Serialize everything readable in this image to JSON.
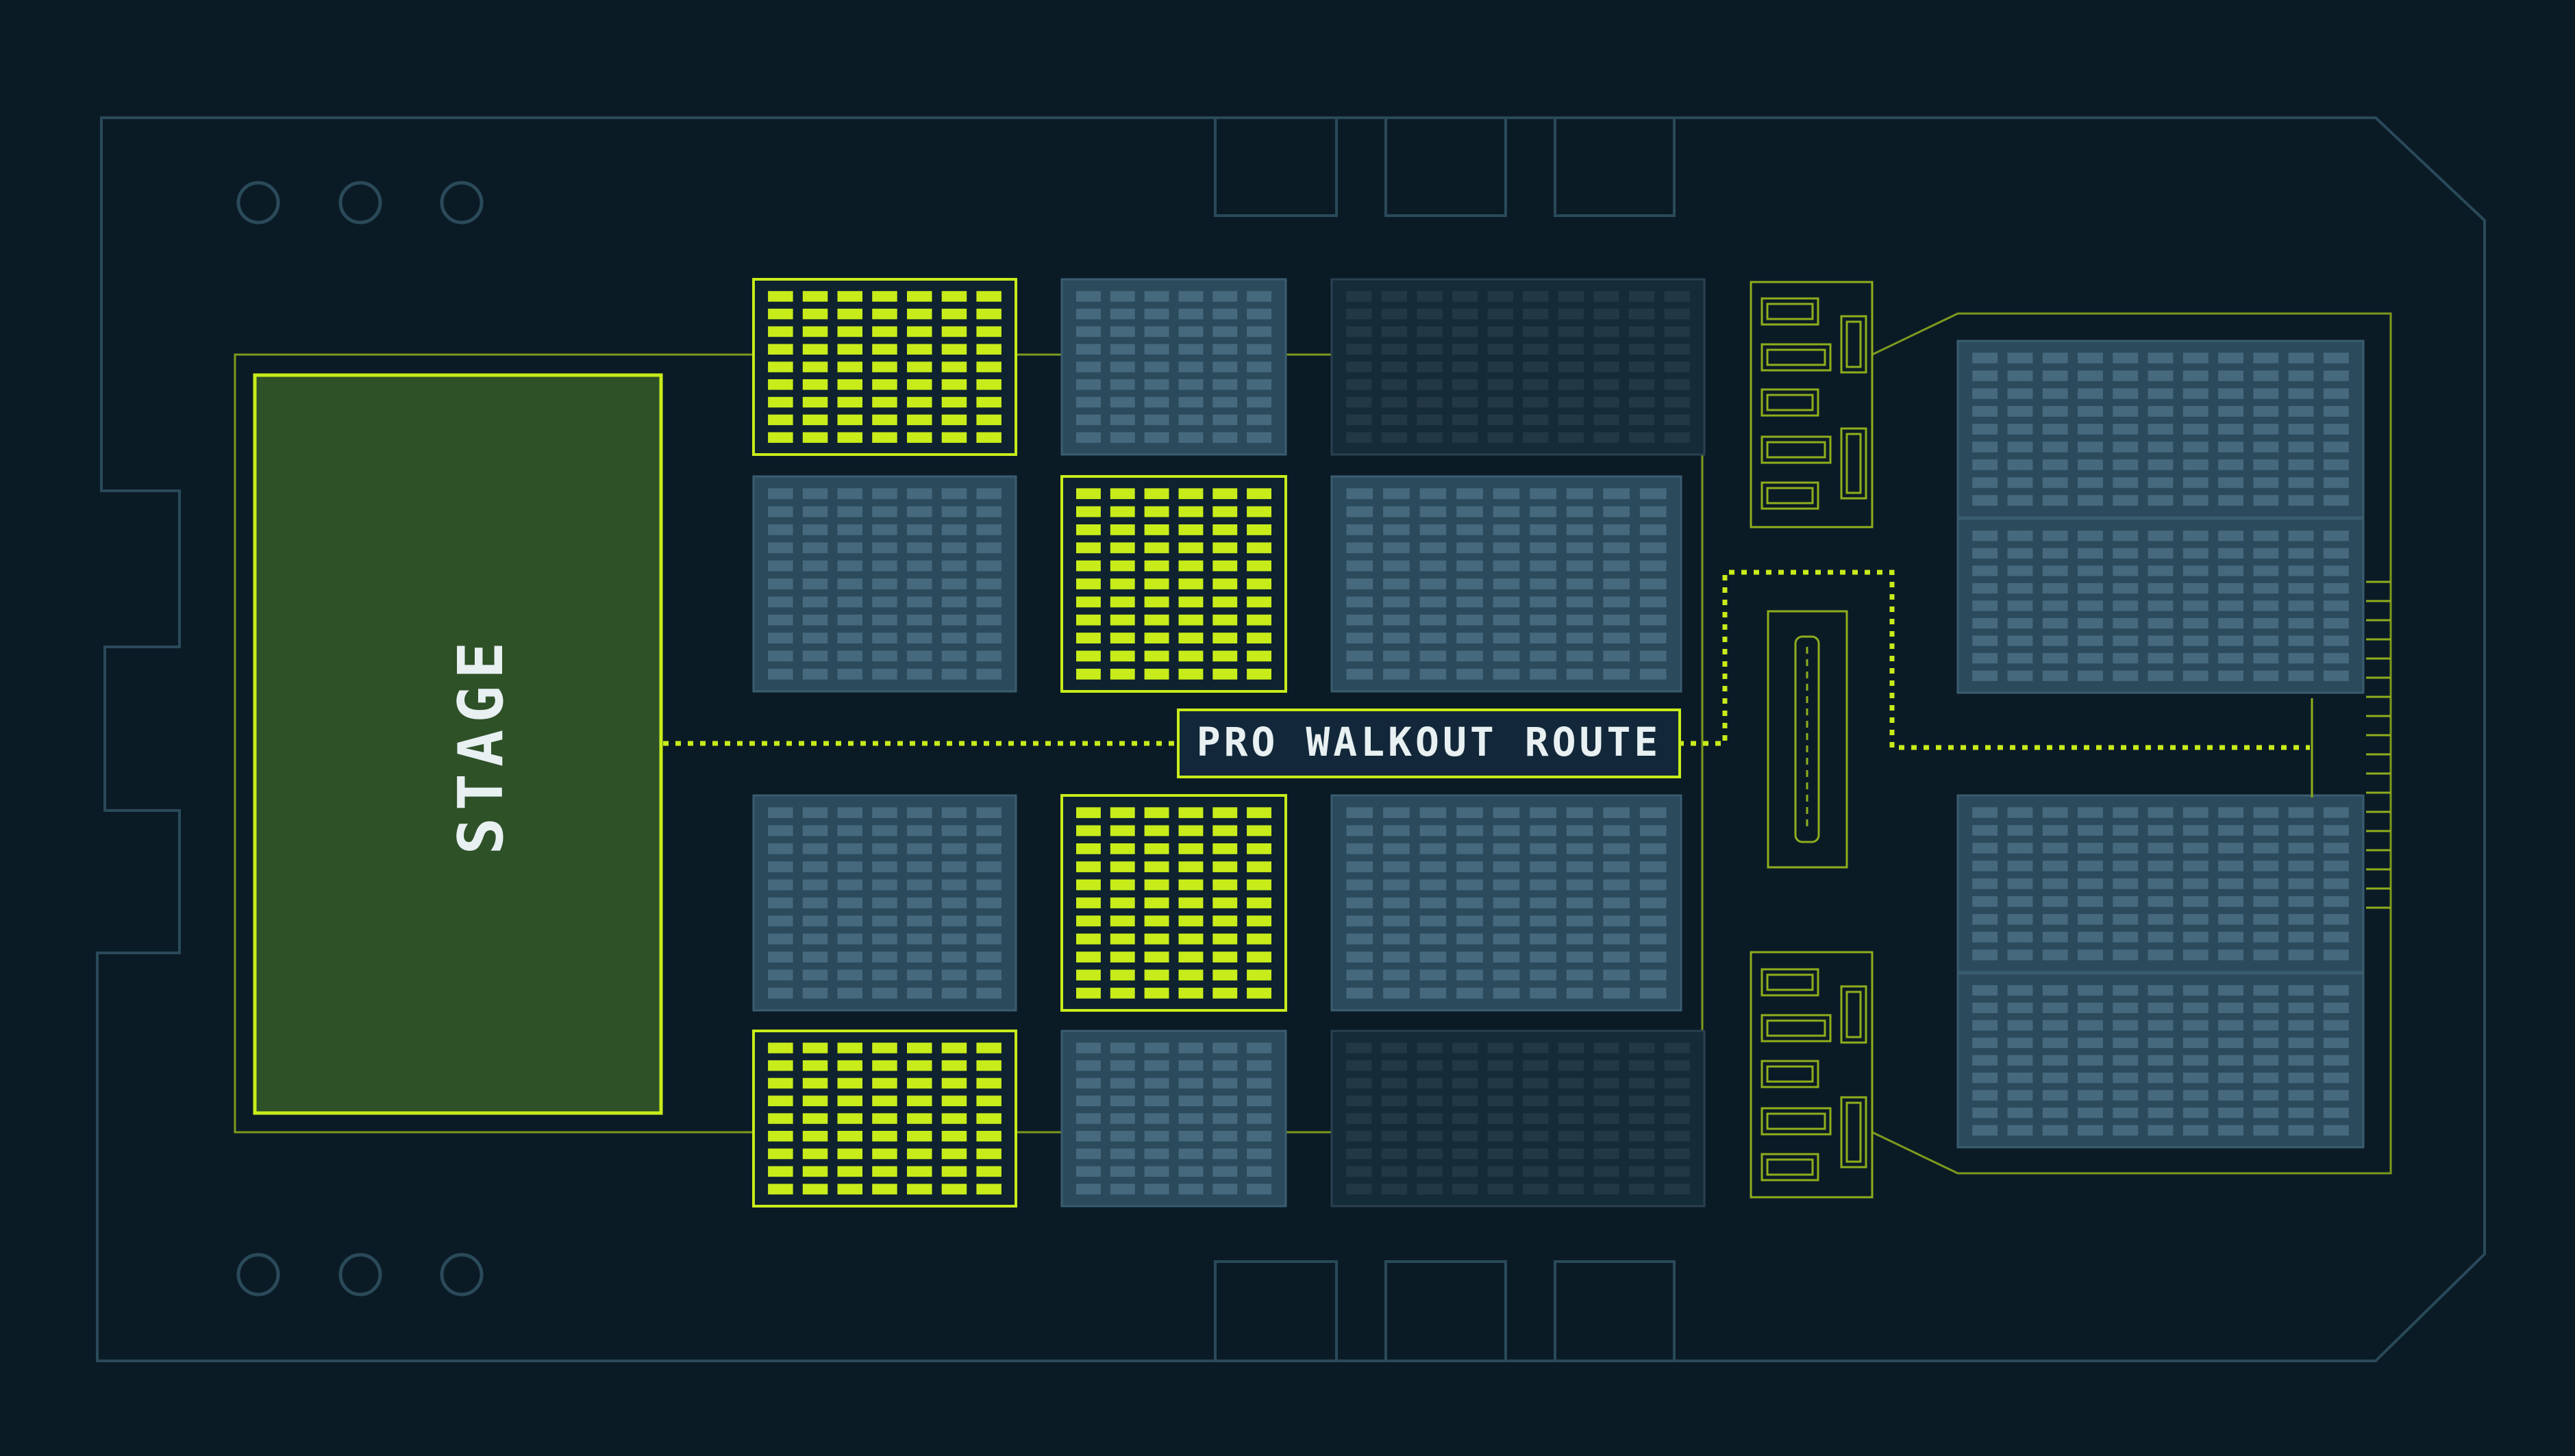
{
  "colors": {
    "background": "#0b1b26",
    "outline": "#2a4a5a",
    "accent": "#c8ec1a",
    "accent_line": "#8fae1c",
    "stage_fill": "#2e5128",
    "seat_available": "#46697e",
    "seat_unavailable": "#233845",
    "section_available_bg": "#2b4a5c",
    "section_unavailable_bg": "#142b38",
    "section_highlight_bg": "#7fa514",
    "label_bg": "#12283a",
    "label_text": "#e8f0f2"
  },
  "stage": {
    "label": "STAGE"
  },
  "route": {
    "label": "PRO WALKOUT ROUTE"
  },
  "legend_marks": {
    "status_levels": [
      "highlight",
      "available",
      "unavailable"
    ]
  },
  "sections": [
    {
      "id": "A1",
      "status": "highlight",
      "rows": 9,
      "cols": 7
    },
    {
      "id": "A2",
      "status": "available",
      "rows": 9,
      "cols": 6
    },
    {
      "id": "A3",
      "status": "unavailable",
      "rows": 9,
      "cols": 10
    },
    {
      "id": "B1",
      "status": "available",
      "rows": 11,
      "cols": 7
    },
    {
      "id": "B2",
      "status": "highlight",
      "rows": 11,
      "cols": 6
    },
    {
      "id": "B3",
      "status": "available",
      "rows": 11,
      "cols": 9
    },
    {
      "id": "C1",
      "status": "available",
      "rows": 11,
      "cols": 7
    },
    {
      "id": "C2",
      "status": "highlight",
      "rows": 11,
      "cols": 6
    },
    {
      "id": "C3",
      "status": "available",
      "rows": 11,
      "cols": 9
    },
    {
      "id": "D1",
      "status": "highlight",
      "rows": 9,
      "cols": 7
    },
    {
      "id": "D2",
      "status": "available",
      "rows": 9,
      "cols": 6
    },
    {
      "id": "D3",
      "status": "unavailable",
      "rows": 9,
      "cols": 10
    },
    {
      "id": "E1",
      "status": "available",
      "rows": 9,
      "cols": 11
    },
    {
      "id": "E2",
      "status": "available",
      "rows": 9,
      "cols": 11
    },
    {
      "id": "F1",
      "status": "available",
      "rows": 9,
      "cols": 11
    },
    {
      "id": "F2",
      "status": "available",
      "rows": 9,
      "cols": 11
    }
  ]
}
